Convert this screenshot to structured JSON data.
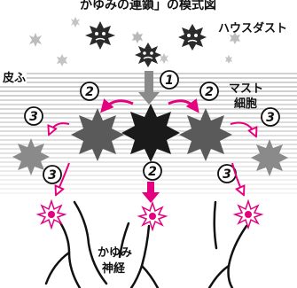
{
  "title": "かゆみの連鎖」の模式図",
  "labels": {
    "house_dust": "ハウスダスト",
    "skin": "皮ふ",
    "mast_cell_line1": "マスト",
    "mast_cell_line2": "細胞",
    "itch_nerve_line1": "かゆみ",
    "itch_nerve_line2": "神経"
  },
  "steps": {
    "step1": "1",
    "step2": "2",
    "step3": "3"
  },
  "colors": {
    "magenta": "#e4007f",
    "black": "#1a1a1a",
    "dark_gray": "#555555",
    "mid_gray": "#8a8a8a",
    "light_gray": "#bdbdbd",
    "stripe": "#d7d7d7"
  },
  "icons": {
    "virus": "spiky-virus-icon",
    "mast_cell": "spiky-cell-icon",
    "nerve_burst": "starburst-icon"
  }
}
